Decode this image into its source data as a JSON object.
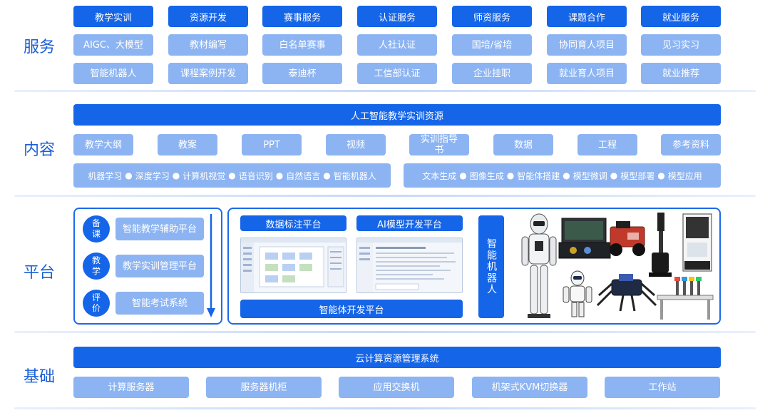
{
  "sections": {
    "service": "服务",
    "content": "内容",
    "platform": "平台",
    "foundation": "基础"
  },
  "service": {
    "columns": [
      {
        "head": "教学实训",
        "items": [
          "AIGC、大模型",
          "智能机器人"
        ]
      },
      {
        "head": "资源开发",
        "items": [
          "教材编写",
          "课程案例开发"
        ]
      },
      {
        "head": "赛事服务",
        "items": [
          "白名单赛事",
          "泰迪杯"
        ]
      },
      {
        "head": "认证服务",
        "items": [
          "人社认证",
          "工信部认证"
        ]
      },
      {
        "head": "师资服务",
        "items": [
          "国培/省培",
          "企业挂职"
        ]
      },
      {
        "head": "课题合作",
        "items": [
          "协同育人项目",
          "就业育人项目"
        ]
      },
      {
        "head": "就业服务",
        "items": [
          "见习实习",
          "就业推荐"
        ]
      }
    ]
  },
  "content": {
    "banner": "人工智能教学实训资源",
    "resources": [
      "教学大纲",
      "教案",
      "PPT",
      "视频",
      "实训指导\n书",
      "数据",
      "工程",
      "参考资料"
    ],
    "topics_left": [
      "机器学习",
      "深度学习",
      "计算机视觉",
      "语音识别",
      "自然语言",
      "智能机器人"
    ],
    "topics_right": [
      "文本生成",
      "图像生成",
      "智能体搭建",
      "模型微调",
      "模型部署",
      "模型应用"
    ],
    "dot": "●"
  },
  "platform": {
    "stages": [
      {
        "circle": "备\n课",
        "label": "智能教学辅助平台"
      },
      {
        "circle": "教\n学",
        "label": "教学实训管理平台"
      },
      {
        "circle": "评\n价",
        "label": "智能考试系统"
      }
    ],
    "data_label": "数据标注平台",
    "model_label": "AI模型开发平台",
    "agent_label": "智能体开发平台",
    "robot_label": "智能机器人"
  },
  "foundation": {
    "banner": "云计算资源管理系统",
    "items": [
      "计算服务器",
      "服务器机柜",
      "应用交换机",
      "机架式KVM切换器",
      "工作站"
    ]
  },
  "colors": {
    "primary": "#1565e8",
    "light": "#8db4f2",
    "label": "#1a5fd6"
  }
}
